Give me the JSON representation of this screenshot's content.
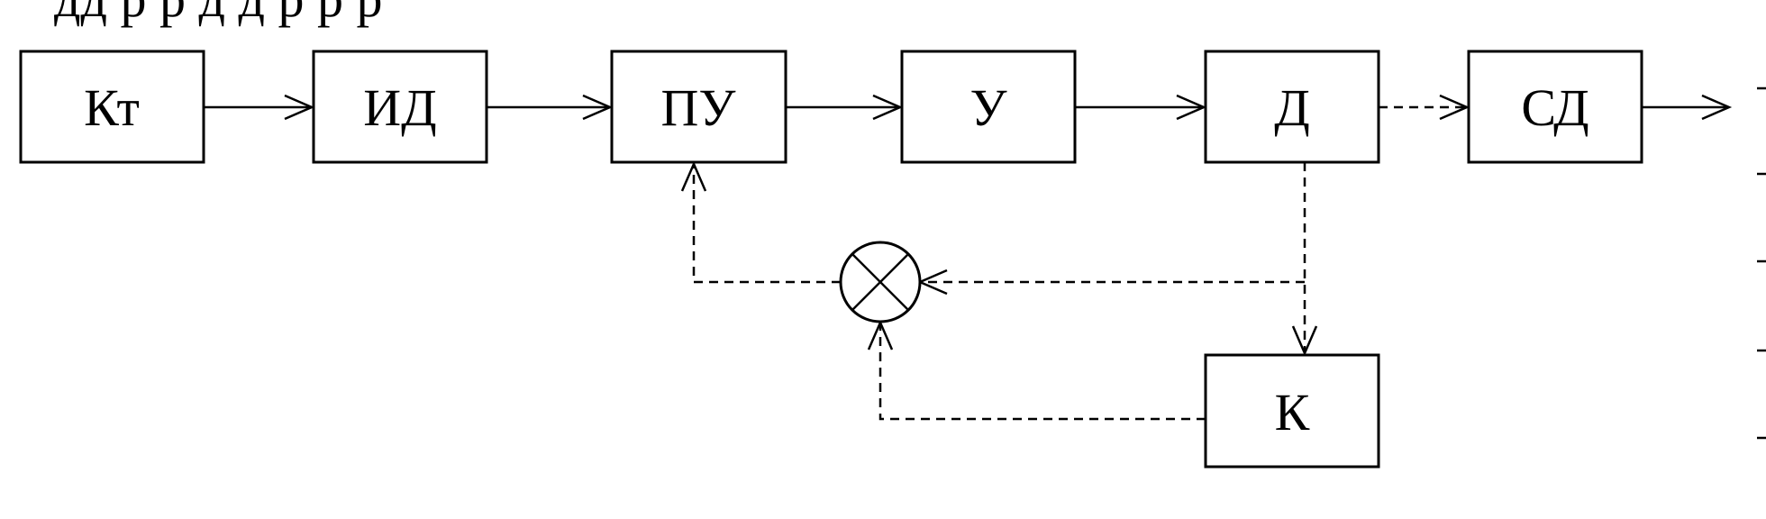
{
  "diagram": {
    "header_fragment": "дд р р д д р р р",
    "blocks": {
      "kt": "Кт",
      "id": "ИД",
      "pu": "ПУ",
      "u": "У",
      "d": "Д",
      "sd": "СД",
      "k": "К"
    },
    "colors": {
      "ink": "#000000",
      "background": "#ffffff"
    }
  }
}
